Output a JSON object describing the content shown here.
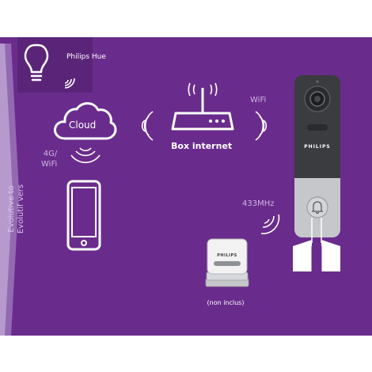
{
  "labels": {
    "philips_hue": "Philips Hue",
    "cloud": "Cloud",
    "box_internet": "Box internet",
    "wifi": "WiFi",
    "g4_line1": "4G/",
    "g4_line2": "WiFi",
    "mhz": "433MHz",
    "non_inclus": "(non inclus)",
    "side_line1": "Evolutive to",
    "side_line2": "Evolutif vers",
    "doorbell_brand": "PHILIPS",
    "chime_brand": "PHILIPS"
  },
  "colors": {
    "background": "#6a2c8c",
    "hue_box": "#5a2578",
    "doorbell_dark": "#3a3c40",
    "doorbell_light": "#c5c7ca"
  },
  "icons": {
    "bulb": "light-bulb-icon",
    "cloud": "cloud-icon",
    "router": "router-icon",
    "phone": "smartphone-icon",
    "doorbell": "video-doorbell-icon",
    "chime": "chime-icon",
    "bell": "bell-icon"
  }
}
